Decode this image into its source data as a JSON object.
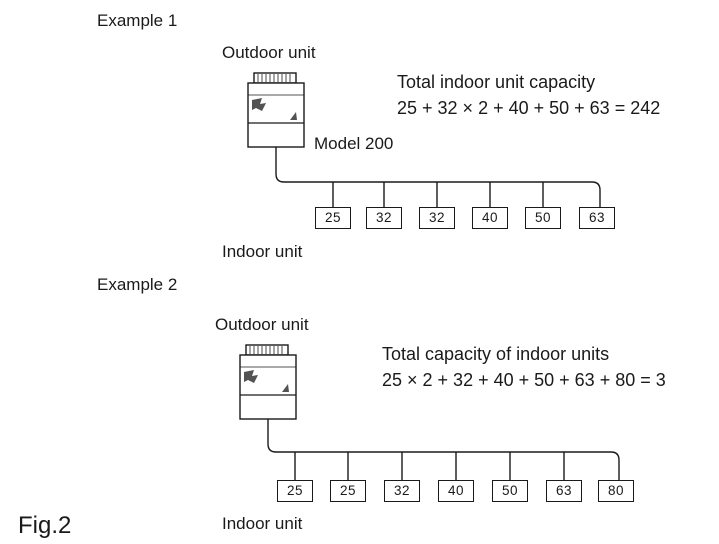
{
  "figure_label": "Fig.2",
  "example1": {
    "title": "Example 1",
    "outdoor_label": "Outdoor unit",
    "model_label": "Model 200",
    "total_title": "Total indoor unit capacity",
    "total_formula": "25 + 32 × 2 + 40 + 50 + 63 = 242",
    "indoor_label": "Indoor unit",
    "units": [
      "25",
      "32",
      "32",
      "40",
      "50",
      "63"
    ]
  },
  "example2": {
    "title": "Example 2",
    "outdoor_label": "Outdoor unit",
    "total_title": "Total capacity of indoor units",
    "total_formula": "25 × 2 + 32 + 40 + 50 + 63 + 80 = 3",
    "indoor_label": "Indoor unit",
    "units": [
      "25",
      "25",
      "32",
      "40",
      "50",
      "63",
      "80"
    ]
  }
}
